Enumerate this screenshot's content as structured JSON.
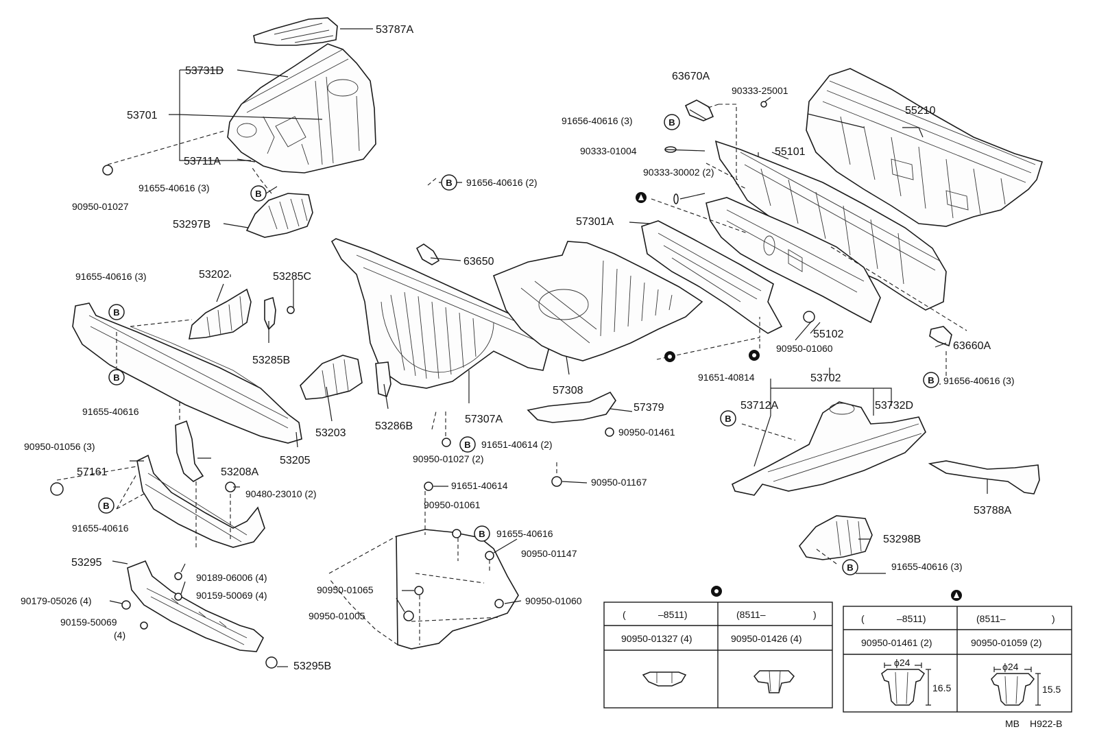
{
  "parts": {
    "p53787A": "53787A",
    "p53731D": "53731D",
    "p53701": "53701",
    "p53711A": "53711A",
    "p90950_01027": "90950-01027",
    "p91655_40616_3a": "91655-40616 (3)",
    "p53297B": "53297B",
    "p63670A": "63670A",
    "p90333_25001": "90333-25001",
    "p91656_40616_3a": "91656-40616 (3)",
    "p90333_01004": "90333-01004",
    "p90333_30002": "90333-30002 (2)",
    "p55210": "55210",
    "p55101": "55101",
    "p57301A": "57301A",
    "p91656_40616_2": "91656-40616 (2)",
    "p63650": "63650",
    "p55102": "55102",
    "p90950_01060a": "90950-01060",
    "p63660A": "63660A",
    "p91656_40616_3b": "91656-40616 (3)",
    "p91655_40616_3b": "91655-40616 (3)",
    "p53202": "53202",
    "p53285C": "53285C",
    "p53285B": "53285B",
    "p91655_40616a": "91655-40616",
    "p53203": "53203",
    "p53286B": "53286B",
    "p57307A": "57307A",
    "p57308": "57308",
    "p57379": "57379",
    "p90950_01461": "90950-01461",
    "p91651_40814": "91651-40814",
    "p53702": "53702",
    "p53712A": "53712A",
    "p53732D": "53732D",
    "p90950_01056": "90950-01056 (3)",
    "p57161": "57161",
    "p53208A": "53208A",
    "p53205": "53205",
    "p90950_01027_2": "90950-01027 (2)",
    "p91651_40614_2": "91651-40614 (2)",
    "p90950_01167": "90950-01167",
    "p90480_23010": "90480-23010 (2)",
    "p91655_40616b": "91655-40616",
    "p91651_40614": "91651-40614",
    "p90950_01061": "90950-01061",
    "p91655_40616c": "91655-40616",
    "p90950_01147": "90950-01147",
    "p53788A": "53788A",
    "p53298B": "53298B",
    "p91655_40616_3c": "91655-40616 (3)",
    "p53295": "53295",
    "p90189_06006": "90189-06006 (4)",
    "p90159_50069_4": "90159-50069 (4)",
    "p90179_05026": "90179-05026 (4)",
    "p90159_50069": "90159-50069",
    "p90159_50069_q": "(4)",
    "p53295B": "53295B",
    "p90950_01065": "90950-01065",
    "p90950_01005": "90950-01005",
    "p90950_01060b": "90950-01060"
  },
  "markers": {
    "b": "B"
  },
  "table_c": {
    "col1_head_open": "(",
    "col1_head": "–8511)",
    "col2_head": "(8511–",
    "col2_head_close": ")",
    "col1_part": "90950-01327 (4)",
    "col2_part": "90950-01426 (4)"
  },
  "table_a": {
    "col1_head_open": "(",
    "col1_head": "–8511)",
    "col2_head": "(8511–",
    "col2_head_close": ")",
    "col1_part": "90950-01461 (2)",
    "col2_part": "90950-01059 (2)",
    "dia1": "ϕ24",
    "dia2": "ϕ24",
    "h1": "16.5",
    "h2": "15.5"
  },
  "footer": {
    "code1": "MB",
    "code2": "H922-B"
  }
}
